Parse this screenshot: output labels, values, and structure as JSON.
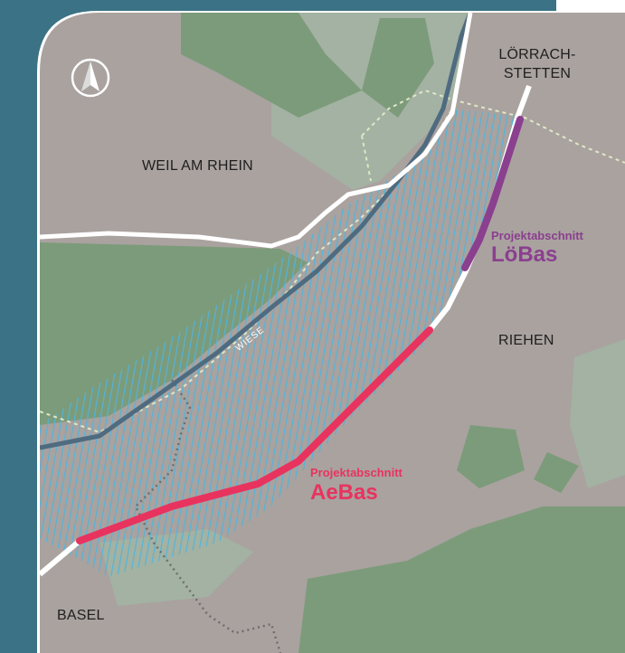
{
  "places": {
    "weil": "WEIL AM RHEIN",
    "loerrach_1": "LÖRRACH-",
    "loerrach_2": "STETTEN",
    "riehen": "RIEHEN",
    "basel": "BASEL"
  },
  "river": {
    "name": "WIESE"
  },
  "sections": {
    "loebas": {
      "kicker": "Projektabschnitt",
      "name": "LöBas",
      "color": "#8b3f8f"
    },
    "aebas": {
      "kicker": "Projektabschnitt",
      "name": "AeBas",
      "color": "#e8335f"
    }
  },
  "colors": {
    "frame": "#3b7285",
    "land": "#a9a29f",
    "forest": "#7c9b7a",
    "forest_light": "#a3b2a2",
    "river": "#4f6b80",
    "hatch": "#4fb5de"
  },
  "icons": {
    "north_arrow": "north-arrow-icon"
  }
}
